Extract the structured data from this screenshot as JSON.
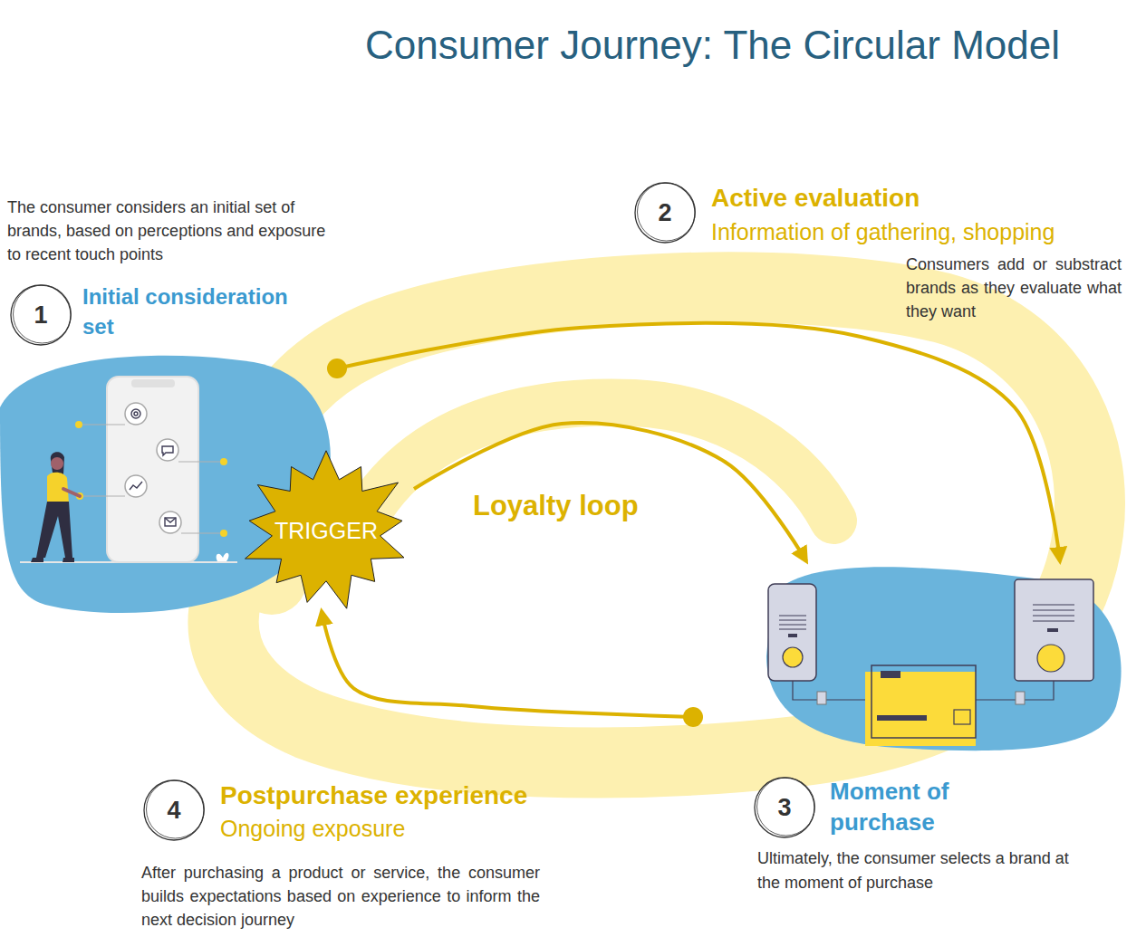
{
  "diagram": {
    "title": "Consumer Journey: The Circular Model",
    "nodes": [
      {
        "text": [
          "The consumer considers an initial set of brands, based on perceptions and exposure to recent touch points",
          "1",
          "Initial consideration set"
        ]
      },
      {
        "text": [
          "2",
          "Active evaluation",
          "Information of gathering, shopping",
          "Consumers add or substract brands as they evaluate what they want"
        ]
      },
      {
        "text": [
          "TRIGGER"
        ]
      },
      {
        "text": [
          "3",
          "Moment of purchase",
          "Ultimately, the consumer selects a brand at the moment of purchase"
        ]
      },
      {
        "text": [
          "4",
          "Postpurchase experience",
          "Ongoing exposure",
          "After purchasing a product or service, the consumer builds expectations based on experience to inform the next decision journey"
        ]
      }
    ],
    "edges": [
      {
        "from": 0,
        "to": 3,
        "arrow": "to"
      },
      {
        "from": 2,
        "to": 3,
        "arrow": "to"
      },
      {
        "from": 3,
        "to": 2,
        "arrow": "to"
      }
    ],
    "labels": [
      "Loyalty loop"
    ]
  }
}
